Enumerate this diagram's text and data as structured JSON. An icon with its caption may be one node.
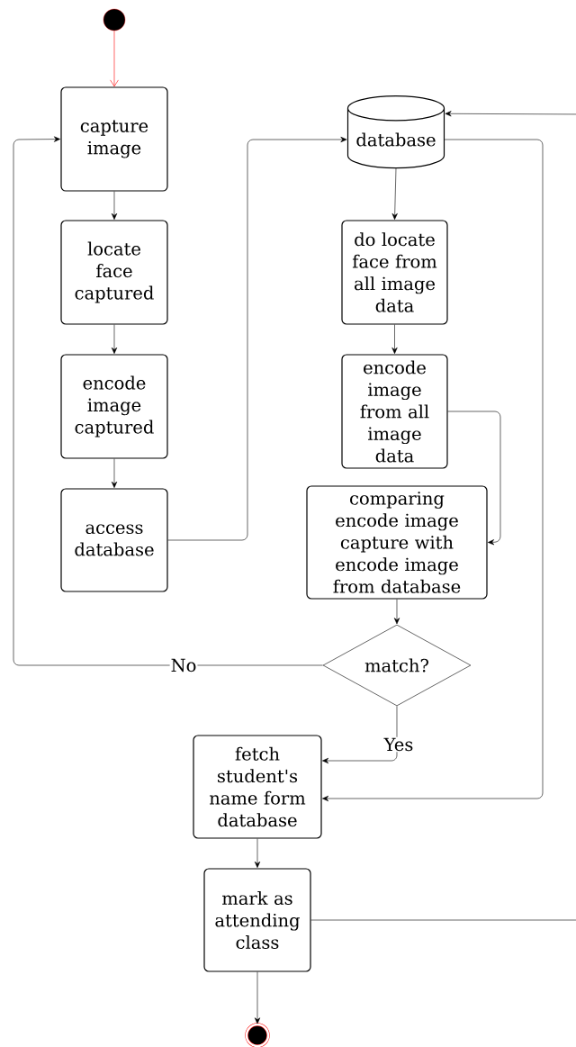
{
  "diagram": {
    "nodes": [
      {
        "text": [],
        "shape": "circle"
      },
      {
        "text": [
          "capture image"
        ]
      },
      {
        "text": [
          "locate face captured"
        ]
      },
      {
        "text": [
          "encode image captured"
        ]
      },
      {
        "text": [
          "access database"
        ]
      },
      {
        "text": [
          "database"
        ]
      },
      {
        "text": [
          "do locate face from all image data"
        ]
      },
      {
        "text": [
          "encode image from all image data"
        ]
      },
      {
        "text": [
          "comparing encode image capture with encode image from database"
        ]
      },
      {
        "text": [
          "match?"
        ]
      },
      {
        "text": [
          "fetch student's name form database"
        ]
      },
      {
        "text": [
          "mark as attending class"
        ]
      },
      {
        "text": [],
        "shape": "circle"
      }
    ],
    "edges": [
      {
        "from": 0,
        "to": 1,
        "arrow": "to",
        "color": "#ff0000"
      },
      {
        "from": 1,
        "to": 2,
        "arrow": "to"
      },
      {
        "from": 2,
        "to": 3,
        "arrow": "to"
      },
      {
        "from": 3,
        "to": 4,
        "arrow": "to"
      },
      {
        "from": 4,
        "to": 5,
        "arrow": "to"
      },
      {
        "from": 5,
        "to": 6,
        "arrow": "to"
      },
      {
        "from": 6,
        "to": 7,
        "arrow": "to"
      },
      {
        "from": 7,
        "to": 8,
        "arrow": "to"
      },
      {
        "from": 8,
        "to": 9,
        "arrow": "to"
      },
      {
        "from": 9,
        "to": 1,
        "arrow": "to",
        "label": "No"
      },
      {
        "from": 9,
        "to": 10,
        "arrow": "to",
        "label": "Yes"
      },
      {
        "from": 5,
        "to": 10,
        "arrow": "to"
      },
      {
        "from": 11,
        "to": 5,
        "arrow": "to"
      },
      {
        "from": 11,
        "to": 12,
        "arrow": "to"
      },
      {
        "from": 10,
        "to": 11,
        "arrow": "to"
      }
    ]
  }
}
